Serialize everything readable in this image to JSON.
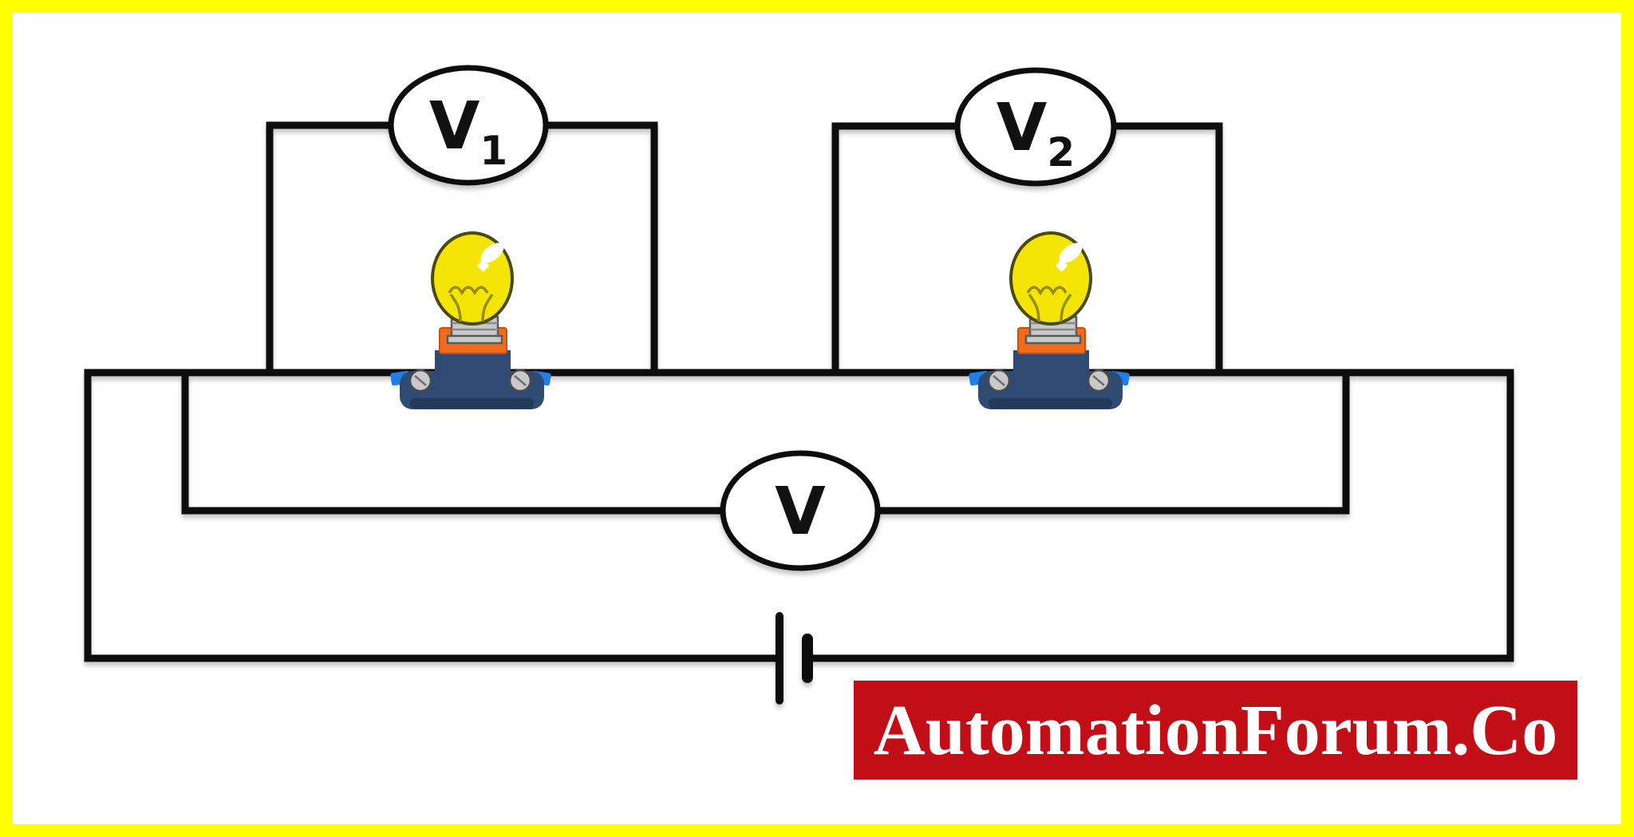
{
  "diagram": {
    "kind": "series-lamps-voltmeter-circuit",
    "meters": [
      {
        "label": "V",
        "sub": "1"
      },
      {
        "label": "V",
        "sub": "2"
      },
      {
        "label": "V",
        "sub": ""
      }
    ],
    "lamp_count": 2,
    "icons": [
      "voltmeter-icon",
      "light-bulb-icon",
      "battery-cell-icon"
    ]
  },
  "watermark": {
    "text": "AutomationForum.Co"
  },
  "colors": {
    "frame": "#FFFF00",
    "wire": "#0a0a0a",
    "banner_bg": "#C20E16",
    "banner_text": "#FFFFFF",
    "bulb_glass": "#F5E506",
    "bulb_socket": "#F26B1D",
    "bulb_base": "#2F4B73",
    "bulb_base_dark": "#223A59",
    "bulb_clip": "#1E7FE8",
    "screw": "#C9C9C9"
  }
}
